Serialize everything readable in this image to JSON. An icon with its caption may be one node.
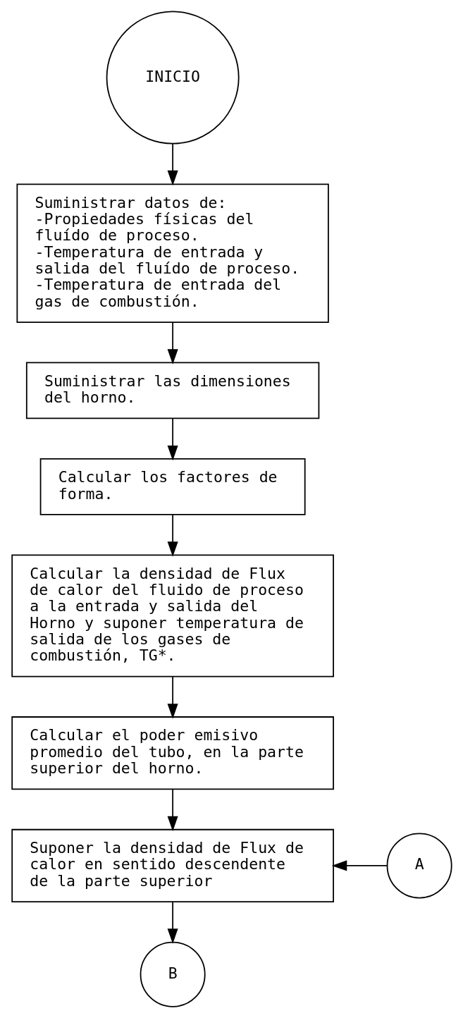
{
  "diagram": {
    "nodes": [
      {
        "text": [
          "INICIO"
        ]
      },
      {
        "text": [
          "Suministrar datos de:",
          "-Propiedades físicas del fluído de proceso.",
          "-Temperatura de entrada y salida del fluído de proceso.",
          "-Temperatura de entrada del gas de combustión."
        ]
      },
      {
        "text": [
          "Suministrar las dimensiones del horno."
        ]
      },
      {
        "text": [
          "Calcular los factores de forma."
        ]
      },
      {
        "text": [
          "Calcular la densidad de Flux de calor del fluido de proceso a la entrada y salida del Horno y suponer temperatura de salida de los gases de combustión, TG*."
        ]
      },
      {
        "text": [
          "Calcular el poder emisivo promedio del tubo, en la parte superior del horno."
        ]
      },
      {
        "text": [
          "A"
        ]
      },
      {
        "text": [
          "Suponer la densidad de Flux de calor en sentido descendente de la parte superior"
        ]
      },
      {
        "text": [
          "B"
        ]
      }
    ],
    "edges": [
      {
        "from": 0,
        "to": 1,
        "arrow": "to"
      },
      {
        "from": 1,
        "to": 2,
        "arrow": "to"
      },
      {
        "from": 2,
        "to": 3,
        "arrow": "to"
      },
      {
        "from": 3,
        "to": 4,
        "arrow": "to"
      },
      {
        "from": 4,
        "to": 5,
        "arrow": "to"
      },
      {
        "from": 5,
        "to": 7,
        "arrow": "to"
      },
      {
        "from": 6,
        "to": 7,
        "arrow": "to"
      },
      {
        "from": 7,
        "to": 8,
        "arrow": "to"
      }
    ]
  }
}
